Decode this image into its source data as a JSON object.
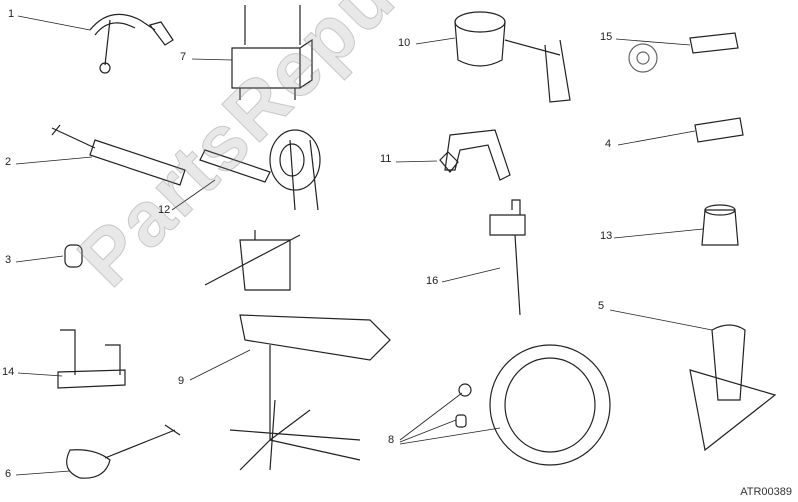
{
  "diagram": {
    "code": "ATR00389",
    "watermark": "PartsRepublik",
    "labels": {
      "p1": "1",
      "p2": "2",
      "p3": "3",
      "p4": "4",
      "p5": "5",
      "p6": "6",
      "p7": "7",
      "p8": "8",
      "p9": "9",
      "p10": "10",
      "p11": "11",
      "p12": "12",
      "p13": "13",
      "p14": "14",
      "p15": "15",
      "p16": "16"
    }
  }
}
